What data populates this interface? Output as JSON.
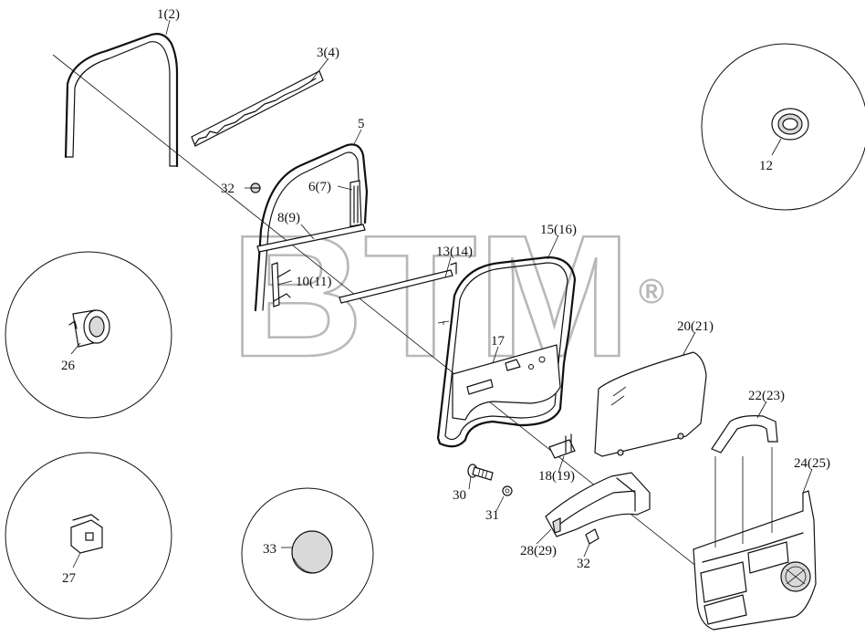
{
  "watermark": {
    "text": "BTM",
    "registered": "®"
  },
  "callouts": {
    "p1": "1(2)",
    "p3": "3(4)",
    "p5": "5",
    "p32a": "32",
    "p6": "6(7)",
    "p8": "8(9)",
    "p10": "10(11)",
    "p13": "13(14)",
    "p15": "15(16)",
    "p17": "17",
    "p20": "20(21)",
    "p22": "22(23)",
    "p24": "24(25)",
    "p18": "18(19)",
    "p30": "30",
    "p31": "31",
    "p28": "28(29)",
    "p32b": "32",
    "p12": "12",
    "p26": "26",
    "p27": "27",
    "p33": "33"
  },
  "colors": {
    "line": "#111111",
    "watermark": "#b8b8b8",
    "background": "#ffffff"
  }
}
